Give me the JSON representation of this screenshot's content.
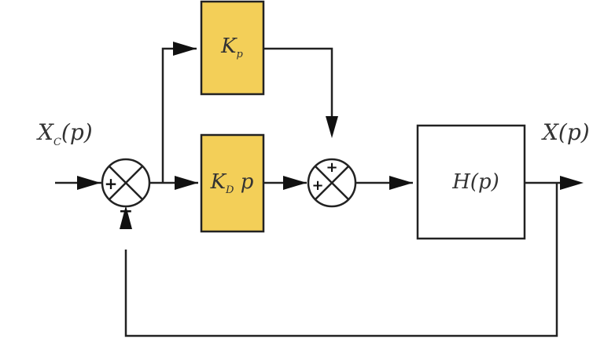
{
  "colors": {
    "gain_block_fill": "#f3cf58",
    "plant_block_fill": "#ffffff",
    "line": "#222222",
    "text": "#333333"
  },
  "input_signal": {
    "main": "X",
    "sub": "C",
    "arg": "(p)"
  },
  "output_signal": {
    "text": "X(p)"
  },
  "blocks": {
    "kp": {
      "main": "K",
      "sub": "p",
      "suffix": ""
    },
    "kd": {
      "main": "K",
      "sub": "D",
      "suffix": " p"
    },
    "plant": {
      "text": "H(p)"
    }
  },
  "summing_junction_1": {
    "left_sign": "+",
    "bottom_sign": "−"
  },
  "summing_junction_2": {
    "top_sign": "+",
    "left_sign": "+"
  }
}
